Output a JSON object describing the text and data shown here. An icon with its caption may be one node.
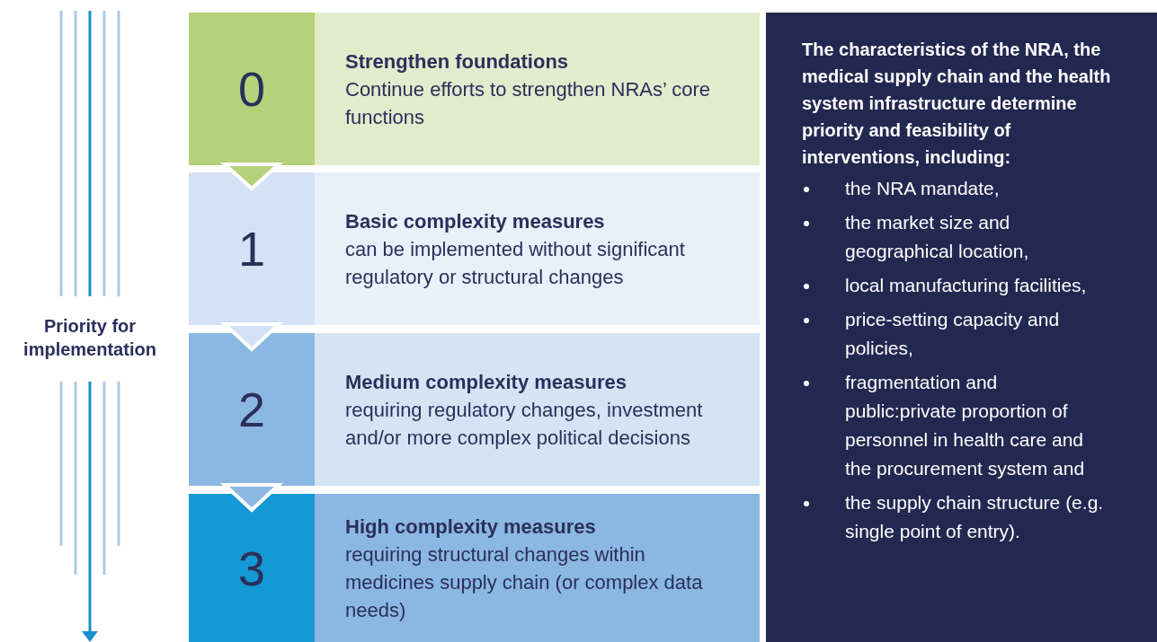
{
  "diagram": {
    "nodes": [
      {
        "text": [
          "0",
          "Strengthen foundations",
          "Continue efforts to strengthen NRAs’ core functions"
        ]
      },
      {
        "text": [
          "1",
          "Basic complexity measures",
          "can be implemented without significant regulatory or structural changes"
        ]
      },
      {
        "text": [
          "2",
          "Medium complexity measures",
          "requiring regulatory changes, investment and/or more complex political decisions"
        ]
      },
      {
        "text": [
          "3",
          "High complexity measures",
          "requiring structural changes within medicines supply chain (or complex data needs)"
        ]
      },
      {
        "text": [
          "The characteristics of the NRA, the medical supply chain and the health system infrastructure determine priority and feasibility of interventions, including:",
          "the NRA mandate,",
          "the market size and geographical location,",
          "local manufacturing facilities,",
          "price-setting capacity and policies,",
          "fragmentation and public:private proportion of personnel in health care and the procurement system and",
          "the supply chain structure (e.g. single point of entry)."
        ]
      }
    ],
    "edges": [
      {
        "from": 0,
        "to": 1,
        "arrow": "to"
      },
      {
        "from": 1,
        "to": 2,
        "arrow": "to"
      },
      {
        "from": 2,
        "to": 3,
        "arrow": "to"
      }
    ],
    "labels": [
      "Priority for implementation"
    ]
  }
}
